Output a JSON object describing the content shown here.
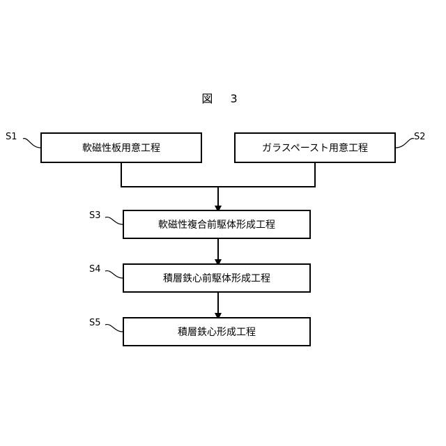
{
  "figure": {
    "title": "図 3"
  },
  "steps": {
    "s1": {
      "id": "S1",
      "label": "軟磁性板用意工程"
    },
    "s2": {
      "id": "S2",
      "label": "ガラスペースト用意工程"
    },
    "s3": {
      "id": "S3",
      "label": "軟磁性複合前駆体形成工程"
    },
    "s4": {
      "id": "S4",
      "label": "積層鉄心前駆体形成工程"
    },
    "s5": {
      "id": "S5",
      "label": "積層鉄心形成工程"
    }
  }
}
